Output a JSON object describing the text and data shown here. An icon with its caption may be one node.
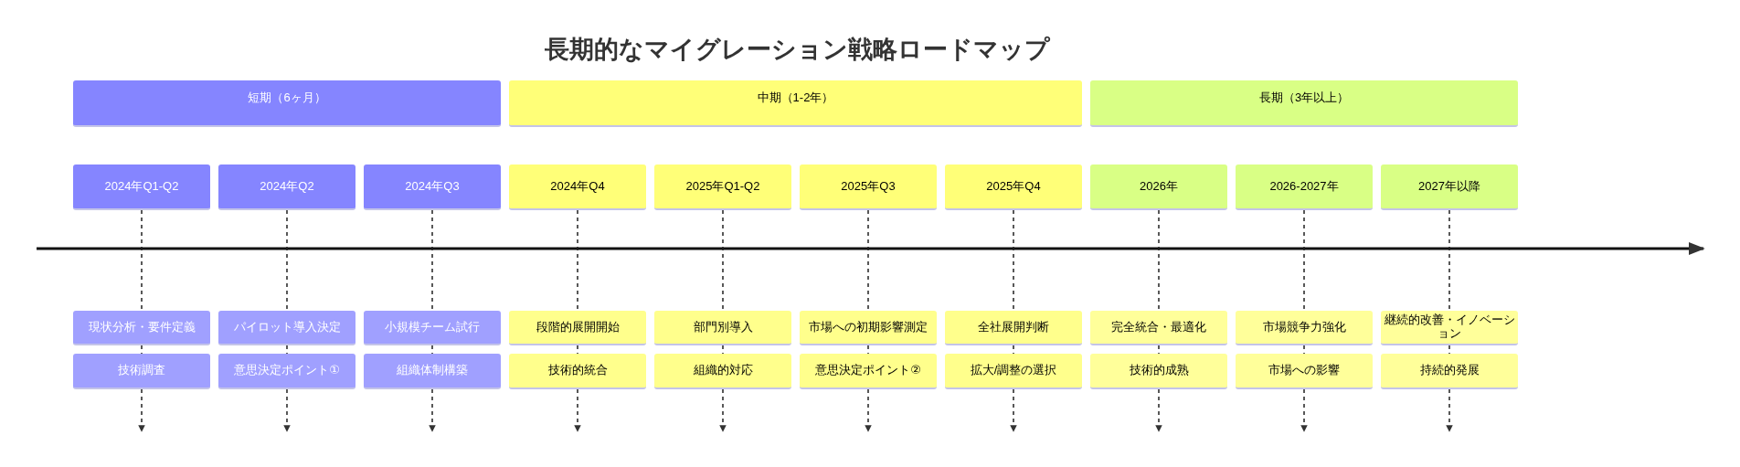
{
  "diagram": {
    "title": "長期的なマイグレーション戦略ロードマップ",
    "nodes": [
      {
        "text": [
          "短期（6ヶ月）"
        ]
      },
      {
        "text": [
          "中期（1-2年）"
        ]
      },
      {
        "text": [
          "長期（3年以上）"
        ]
      },
      {
        "text": [
          "2024年Q1-Q2"
        ]
      },
      {
        "text": [
          "2024年Q2"
        ]
      },
      {
        "text": [
          "2024年Q3"
        ]
      },
      {
        "text": [
          "2024年Q4"
        ]
      },
      {
        "text": [
          "2025年Q1-Q2"
        ]
      },
      {
        "text": [
          "2025年Q3"
        ]
      },
      {
        "text": [
          "2025年Q4"
        ]
      },
      {
        "text": [
          "2026年"
        ]
      },
      {
        "text": [
          "2026-2027年"
        ]
      },
      {
        "text": [
          "2027年以降"
        ]
      },
      {
        "text": [
          "現状分析・要件定義"
        ]
      },
      {
        "text": [
          "技術調査"
        ]
      },
      {
        "text": [
          "パイロット導入決定"
        ]
      },
      {
        "text": [
          "意思決定ポイント①"
        ]
      },
      {
        "text": [
          "小規模チーム試行"
        ]
      },
      {
        "text": [
          "組織体制構築"
        ]
      },
      {
        "text": [
          "段階的展開開始"
        ]
      },
      {
        "text": [
          "技術的統合"
        ]
      },
      {
        "text": [
          "部門別導入"
        ]
      },
      {
        "text": [
          "組織的対応"
        ]
      },
      {
        "text": [
          "市場への初期影響測定"
        ]
      },
      {
        "text": [
          "意思決定ポイント②"
        ]
      },
      {
        "text": [
          "全社展開判断"
        ]
      },
      {
        "text": [
          "拡大/調整の選択"
        ]
      },
      {
        "text": [
          "完全統合・最適化"
        ]
      },
      {
        "text": [
          "技術的成熟"
        ]
      },
      {
        "text": [
          "市場競争力強化"
        ]
      },
      {
        "text": [
          "市場への影響"
        ]
      },
      {
        "text": [
          "継続的改善・イノベーション"
        ]
      },
      {
        "text": [
          "持続的発展"
        ]
      }
    ],
    "edges": [
      {
        "from": 3,
        "to": 13,
        "arrow": "none",
        "style": "dashed"
      },
      {
        "from": 13,
        "to": 14,
        "arrow": "none",
        "style": "dashed"
      },
      {
        "from": 14,
        "to": null,
        "arrow": "to",
        "style": "dashed"
      },
      {
        "from": 4,
        "to": 15,
        "arrow": "none",
        "style": "dashed"
      },
      {
        "from": 15,
        "to": 16,
        "arrow": "none",
        "style": "dashed"
      },
      {
        "from": 16,
        "to": null,
        "arrow": "to",
        "style": "dashed"
      },
      {
        "from": 5,
        "to": 17,
        "arrow": "none",
        "style": "dashed"
      },
      {
        "from": 17,
        "to": 18,
        "arrow": "none",
        "style": "dashed"
      },
      {
        "from": 18,
        "to": null,
        "arrow": "to",
        "style": "dashed"
      },
      {
        "from": 6,
        "to": 19,
        "arrow": "none",
        "style": "dashed"
      },
      {
        "from": 19,
        "to": 20,
        "arrow": "none",
        "style": "dashed"
      },
      {
        "from": 20,
        "to": null,
        "arrow": "to",
        "style": "dashed"
      },
      {
        "from": 7,
        "to": 21,
        "arrow": "none",
        "style": "dashed"
      },
      {
        "from": 21,
        "to": 22,
        "arrow": "none",
        "style": "dashed"
      },
      {
        "from": 22,
        "to": null,
        "arrow": "to",
        "style": "dashed"
      },
      {
        "from": 8,
        "to": 23,
        "arrow": "none",
        "style": "dashed"
      },
      {
        "from": 23,
        "to": 24,
        "arrow": "none",
        "style": "dashed"
      },
      {
        "from": 24,
        "to": null,
        "arrow": "to",
        "style": "dashed"
      },
      {
        "from": 9,
        "to": 25,
        "arrow": "none",
        "style": "dashed"
      },
      {
        "from": 25,
        "to": 26,
        "arrow": "none",
        "style": "dashed"
      },
      {
        "from": 26,
        "to": null,
        "arrow": "to",
        "style": "dashed"
      },
      {
        "from": 10,
        "to": 27,
        "arrow": "none",
        "style": "dashed"
      },
      {
        "from": 27,
        "to": 28,
        "arrow": "none",
        "style": "dashed"
      },
      {
        "from": 28,
        "to": null,
        "arrow": "to",
        "style": "dashed"
      },
      {
        "from": 11,
        "to": 29,
        "arrow": "none",
        "style": "dashed"
      },
      {
        "from": 29,
        "to": 30,
        "arrow": "none",
        "style": "dashed"
      },
      {
        "from": 30,
        "to": null,
        "arrow": "to",
        "style": "dashed"
      },
      {
        "from": 12,
        "to": 31,
        "arrow": "none",
        "style": "dashed"
      },
      {
        "from": 31,
        "to": 32,
        "arrow": "none",
        "style": "dashed"
      },
      {
        "from": 32,
        "to": null,
        "arrow": "to",
        "style": "dashed"
      }
    ]
  }
}
